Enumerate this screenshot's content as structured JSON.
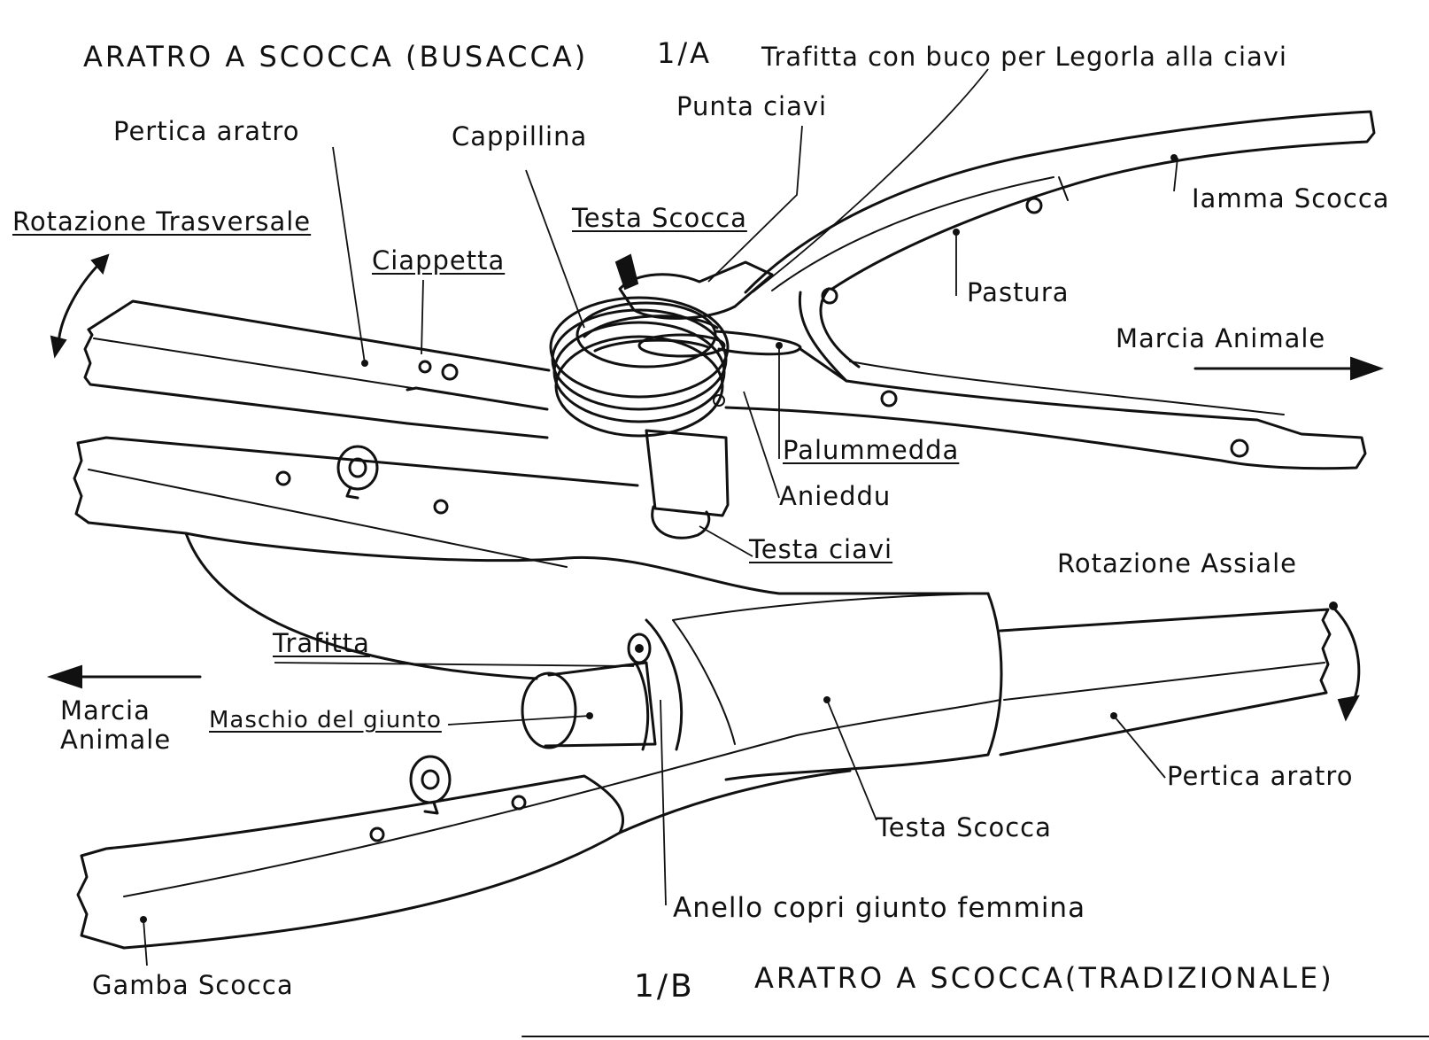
{
  "titles": {
    "top": "ARATRO A SCOCCA (BUSACCA)",
    "top_code": "1/A",
    "bottom_code": "1/B",
    "bottom": "ARATRO A SCOCCA(TRADIZIONALE)"
  },
  "labels_1a": {
    "trafitta_con_buco": "Trafitta con buco per Legorla alla ciavi",
    "punta_ciavi": "Punta ciavi",
    "pertica_aratro": "Pertica aratro",
    "cappillina": "Cappillina",
    "testa_scocca": "Testa Scocca",
    "iamma_scocca": "Iamma Scocca",
    "rotazione_trasversale": "Rotazione Trasversale",
    "ciappetta": "Ciappetta",
    "pastura": "Pastura",
    "marcia_animale": "Marcia Animale",
    "palummedda": "Palummedda",
    "anieddu": "Anieddu",
    "testa_ciavi": "Testa ciavi"
  },
  "labels_1b": {
    "rotazione_assiale": "Rotazione Assiale",
    "trafitta": "Trafitta",
    "marcia_animale": "Marcia\nAnimale",
    "maschio_del_giunto": "Maschio del giunto",
    "pertica_aratro": "Pertica aratro",
    "testa_scocca": "Testa Scocca",
    "anello_copri_giunto": "Anello copri giunto femmina",
    "gamba_scocca": "Gamba Scocca"
  },
  "colors": {
    "ink": "#111111",
    "paper": "#ffffff"
  }
}
